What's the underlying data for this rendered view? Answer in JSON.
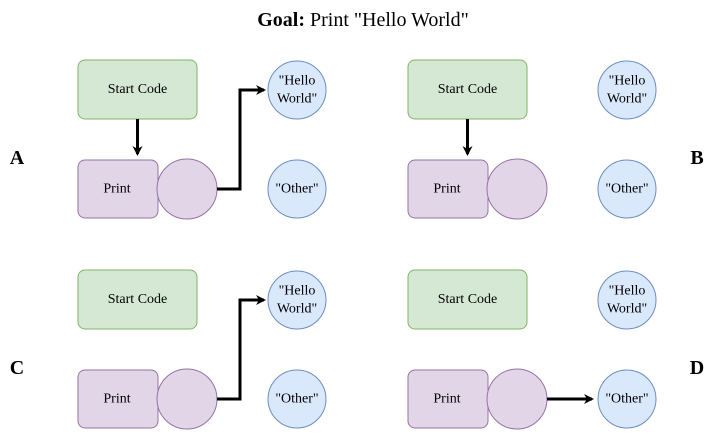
{
  "title": {
    "prefix": "Goal:",
    "text": " Print \"Hello World\""
  },
  "colors": {
    "start_fill": "#d5e8d4",
    "start_stroke": "#82b366",
    "print_fill": "#e1d5e7",
    "print_stroke": "#9673a6",
    "value_fill": "#dae8fc",
    "value_stroke": "#6c8ebf",
    "edge": "#000000"
  },
  "labels": {
    "start": "Start Code",
    "print": "Print",
    "hello_line1": "\"Hello",
    "hello_line2": "World\"",
    "other": "\"Other\""
  },
  "panels": [
    {
      "id": "A",
      "label": "A",
      "edges": [
        "start-to-print",
        "print-to-hello"
      ]
    },
    {
      "id": "B",
      "label": "B",
      "edges": [
        "start-to-print"
      ]
    },
    {
      "id": "C",
      "label": "C",
      "edges": [
        "print-to-hello"
      ]
    },
    {
      "id": "D",
      "label": "D",
      "edges": [
        "print-to-other"
      ]
    }
  ]
}
